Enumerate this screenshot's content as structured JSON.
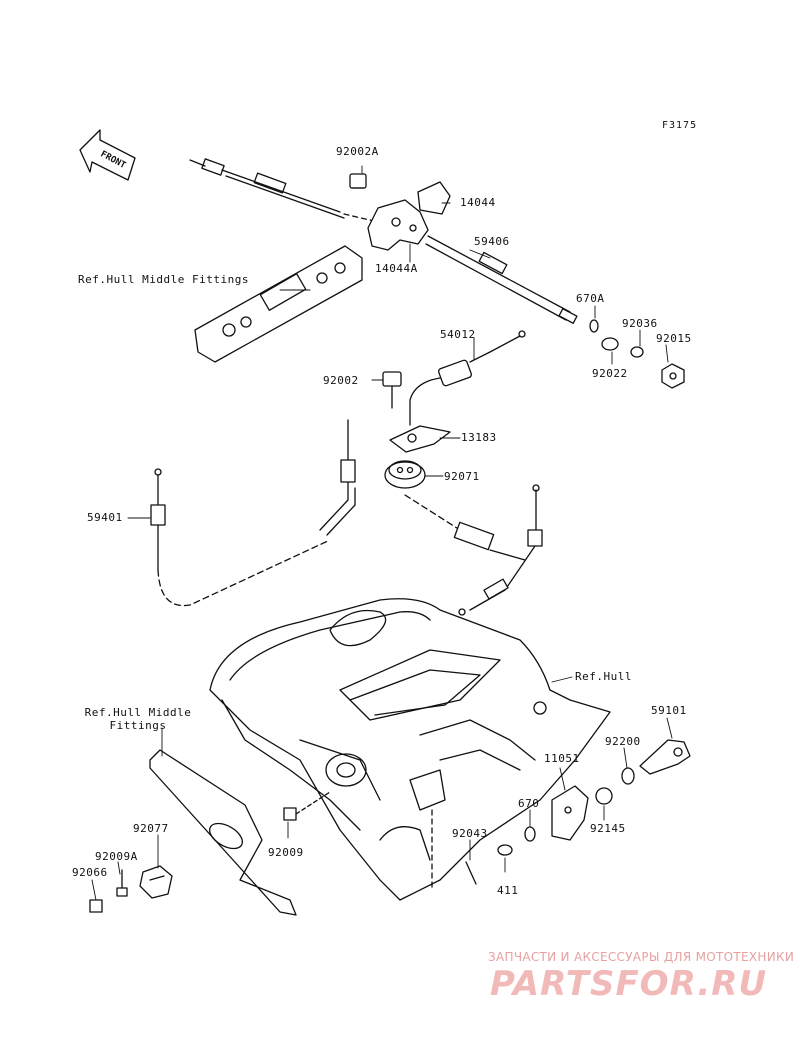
{
  "figure_code": "F3175",
  "front_arrow_label": "FRONT",
  "labels": {
    "p92002A": "92002A",
    "p14044": "14044",
    "p14044A": "14044A",
    "p59406": "59406",
    "ref_hull_middle_top": "Ref.Hull Middle Fittings",
    "p670A": "670A",
    "p92036": "92036",
    "p92015": "92015",
    "p92022": "92022",
    "p54012": "54012",
    "p92002": "92002",
    "p13183": "13183",
    "p92071": "92071",
    "p59401": "59401",
    "ref_hull": "Ref.Hull",
    "ref_hull_middle_bottom_1": "Ref.Hull Middle",
    "ref_hull_middle_bottom_2": "Fittings",
    "p59101": "59101",
    "p11051": "11051",
    "p92200": "92200",
    "p670": "670",
    "p92145": "92145",
    "p92077": "92077",
    "p92043": "92043",
    "p92009": "92009",
    "p92009A": "92009A",
    "p92066": "92066",
    "p411": "411"
  },
  "watermark": {
    "tagline": "ЗАПЧАСТИ И АКСЕССУАРЫ ДЛЯ МОТОТЕХНИКИ",
    "logo": "PARTSFOR.RU"
  }
}
